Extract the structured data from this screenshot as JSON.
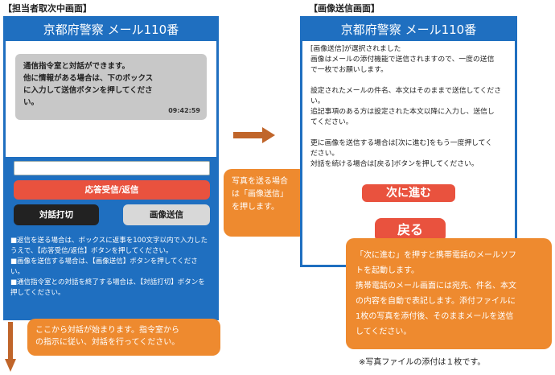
{
  "left": {
    "caption": "【担当者取次中画面】",
    "header_title": "京都府警察 メール110番",
    "bubble_lines": [
      "通信指令室と対話ができます。",
      "他に情報がある場合は、下のボックス",
      "に入力して送信ボタンを押してくださ",
      "い。"
    ],
    "timestamp": "09:42:59",
    "reply_button": "応答受信/返信",
    "end_button": "対話打切",
    "image_button": "画像送信",
    "info_lines": [
      "■返信を送る場合は、ボックスに返事を100文字以内で入力した",
      "うえで、【応答受信/返信】ボタンを押してください。",
      "■画像を送信する場合は、【画像送信】ボタンを押してくださ",
      "い。",
      "■通信指令室との対話を終了する場合は、【対話打切】ボタンを",
      "押してください。"
    ]
  },
  "callouts": {
    "photo_lines": [
      "写真を送る場合",
      "は「画像送信」",
      "を押します。"
    ],
    "start_lines": [
      "ここから対話が始まります。指令室から",
      "の指示に従い、対話を行ってください。"
    ],
    "next_lines": [
      "「次に進む」を押すと携帯電話のメールソフ",
      "トを起動します。",
      "携帯電話のメール画面には宛先、件名、本文",
      "の内容を自動で表記します。添付ファイルに",
      "1枚の写真を添付後、そのままメールを送信",
      "してください。"
    ]
  },
  "right": {
    "caption": "【画像送信画面】",
    "header_title": "京都府警察 メール110番",
    "body_lines": [
      "[画像送信]が選択されました",
      "画像はメールの添付機能で送信されますので、一度の送信",
      "で一枚でお願いします。",
      "",
      "設定されたメールの件名、本文はそのままで送信してくださ",
      "い。",
      "追記事項のある方は設定された本文以降に入力し、送信し",
      "てください。",
      "",
      "更に画像を送信する場合は[次に進む]をもう一度押してく",
      "ださい。",
      "対話を続ける場合は[戻る]ボタンを押してください。"
    ],
    "next_button": "次に進む",
    "back_button": "戻る"
  },
  "note": "※写真ファイルの添付は１枚です。",
  "colors": {
    "blue": "#1f6fc0",
    "orange": "#ee8a2f",
    "red": "#e9523e",
    "arrow": "#c0652a"
  }
}
